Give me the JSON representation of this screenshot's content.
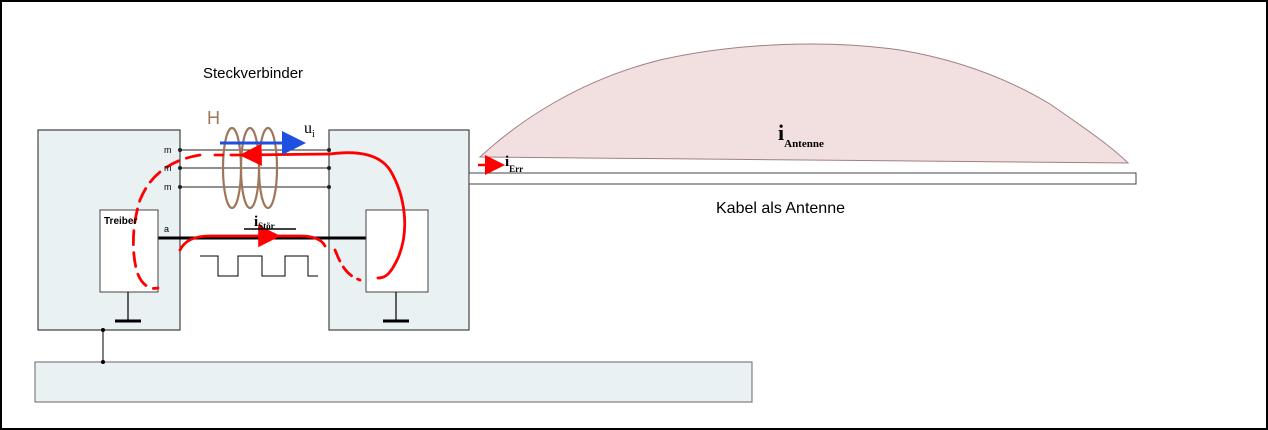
{
  "labels": {
    "title": "Steckverbinder",
    "h_field": "H",
    "voltage": "u",
    "voltage_sub": "i",
    "pin_m1": "m",
    "pin_m2": "m",
    "pin_m3": "m",
    "pin_a": "a",
    "driver": "Treiber",
    "i_stoer": "i",
    "i_stoer_sub": "Stör",
    "i_err": "i",
    "i_err_sub": "Err",
    "i_antenne": "i",
    "i_antenne_sub": "Antenne",
    "cable": "Kabel als Antenne"
  },
  "colors": {
    "current_path": "#ff0000",
    "voltage_arrow": "#1f4fe0",
    "coil": "#a0765a",
    "h_label": "#a0765a",
    "box_fill": "#e9f1f3",
    "antenna_fill": "#f2dfe0",
    "antenna_stroke": "#a08080"
  }
}
